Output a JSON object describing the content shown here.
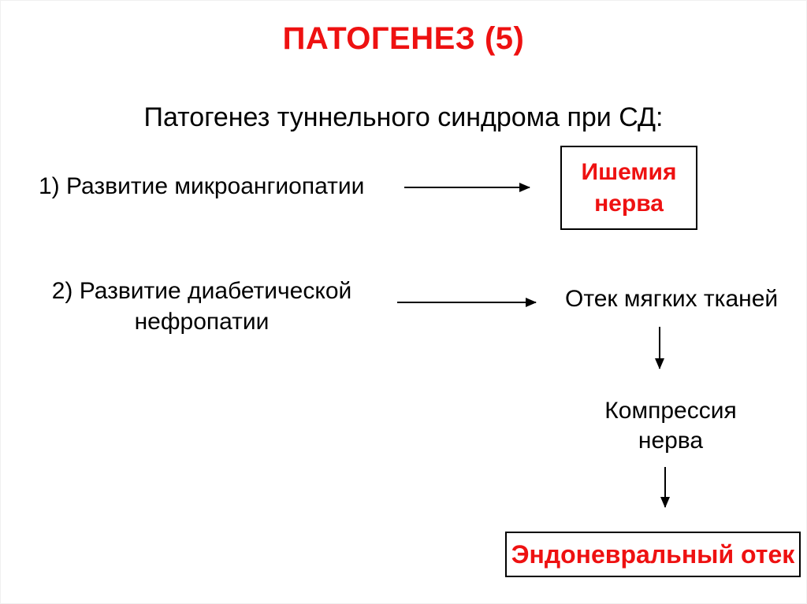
{
  "slide": {
    "title": "ПАТОГЕНЕЗ (5)",
    "subtitle": "Патогенез туннельного синдрома при СД:",
    "steps": [
      {
        "label": "1) Развитие микроангиопатии"
      },
      {
        "label": "2) Развитие диабетической\nнефропатии"
      }
    ],
    "nodes": {
      "ischemia": {
        "label": "Ишемия\nнерва"
      },
      "soft_tissue_edema": {
        "label": "Отек мягких тканей"
      },
      "nerve_compression": {
        "label": "Компрессия\nнерва"
      },
      "endoneural_edema": {
        "label": "Эндоневральный отек"
      }
    }
  },
  "colors": {
    "accent_red": "#ee1111",
    "text_black": "#000000",
    "line_black": "#000000",
    "edge_gray": "#f0f0f0"
  }
}
